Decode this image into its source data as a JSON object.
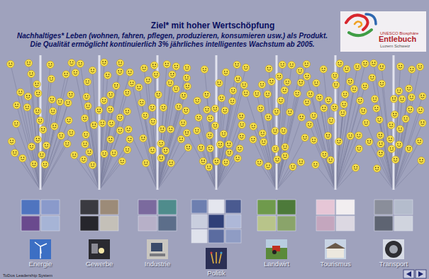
{
  "diagram": {
    "title": "Ziel* mit hoher Wertschöpfung",
    "labels": [
      "Nachhaltiges* Leben (wohnen, fahren, pflegen, produzieren, konsumieren usw.) als Produkt.",
      "Die Qualität ermöglicht kontinuierlich 3% jährliches intelligentes Wachstum ab 2005.",
      "UNESCO Biosphäre",
      "Entlebuch",
      "Luzern Schweiz",
      "Energie",
      "Gewerbe",
      "Industrie",
      "Politik",
      "Landwirt",
      "Tourismus",
      "Transport",
      "ToDos Leadership System"
    ]
  }
}
